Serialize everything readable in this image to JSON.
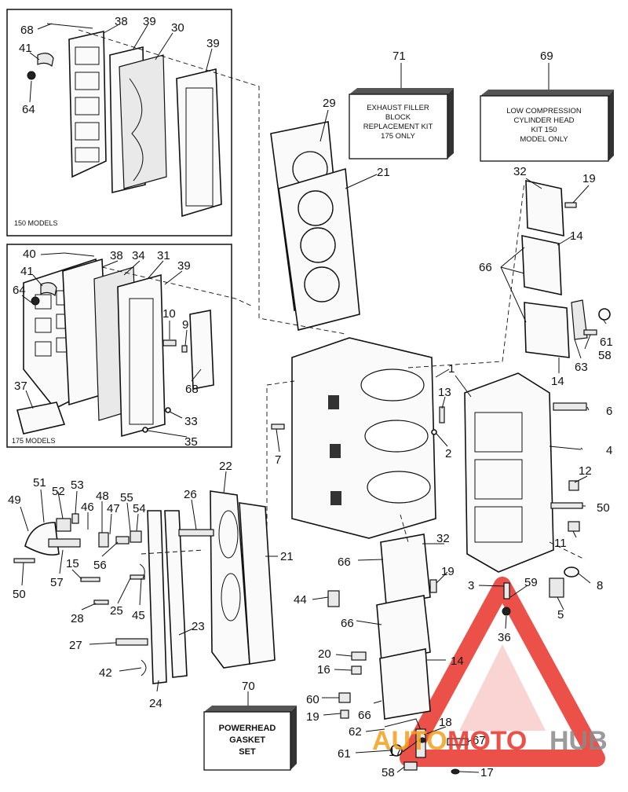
{
  "callouts": {
    "c68a": "68",
    "c38a": "38",
    "c39a": "39",
    "c30": "30",
    "c39b": "39",
    "c41a": "41",
    "c64a": "64",
    "c40": "40",
    "c38b": "38",
    "c34": "34",
    "c31": "31",
    "c39c": "39",
    "c41b": "41",
    "c64b": "64",
    "c10": "10",
    "c9": "9",
    "c68b": "68",
    "c37": "37",
    "c33": "33",
    "c35": "35",
    "c29": "29",
    "c21a": "21",
    "c71": "71",
    "c69": "69",
    "c32a": "32",
    "c19a": "19",
    "c14a": "14",
    "c66a": "66",
    "c61a": "61",
    "c58a": "58",
    "c63": "63",
    "c14b": "14",
    "c1": "1",
    "c13": "13",
    "c2": "2",
    "c7": "7",
    "c6": "6",
    "c4": "4",
    "c12": "12",
    "c50a": "50",
    "c11": "11",
    "c8": "8",
    "c3": "3",
    "c59": "59",
    "c5": "5",
    "c36": "36",
    "c22": "22",
    "c26": "26",
    "c21b": "21",
    "c23": "23",
    "c24": "24",
    "c51": "51",
    "c52": "52",
    "c53": "53",
    "c49": "49",
    "c48": "48",
    "c46": "46",
    "c47": "47",
    "c55": "55",
    "c54": "54",
    "c56": "56",
    "c57": "57",
    "c15": "15",
    "c50b": "50",
    "c28": "28",
    "c25": "25",
    "c45": "45",
    "c27": "27",
    "c42": "42",
    "c32b": "32",
    "c66b": "66",
    "c19b": "19",
    "c44": "44",
    "c66c": "66",
    "c14c": "14",
    "c20": "20",
    "c16": "16",
    "c60": "60",
    "c19c": "19",
    "c66d": "66",
    "c62": "62",
    "c61b": "61",
    "c18": "18",
    "c67": "67",
    "c17a": "17",
    "c17b": "17",
    "c58b": "58",
    "c70": "70"
  },
  "insets": {
    "top_label": "150 MODELS",
    "bottom_label": "175 MODELS"
  },
  "kits": {
    "k71": [
      "EXHAUST FILLER",
      "BLOCK",
      "REPLACEMENT KIT",
      "175 ONLY"
    ],
    "k69": [
      "LOW COMPRESSION",
      "CYLINDER HEAD",
      "KIT 150",
      "MODEL ONLY"
    ],
    "k70": [
      "POWERHEAD",
      "GASKET",
      "SET"
    ]
  },
  "watermark": {
    "part1": "AUTO",
    "part2": "MOTO",
    "part3": "HUB",
    "color_red": "#e8332a",
    "color_orange": "#f2a01c",
    "color_gray": "#8a8a8a"
  }
}
